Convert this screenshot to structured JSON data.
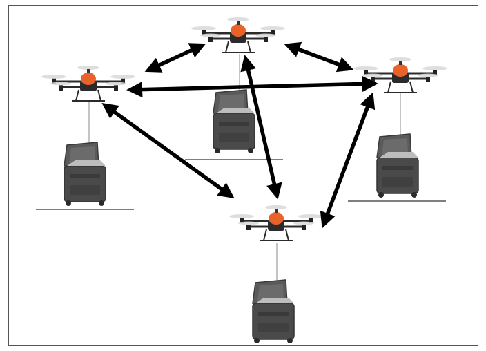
{
  "diagram": {
    "colors": {
      "frame": "#555555",
      "arrow": "#000000",
      "drone_body": "#2b2b2b",
      "drone_accent": "#e8622a",
      "case": "#4a4a4a",
      "tether": "#888888",
      "ground": "#333333"
    },
    "units": [
      {
        "id": "top",
        "drone_icon": "tethered-drone-icon",
        "station_icon": "ground-case-icon"
      },
      {
        "id": "left",
        "drone_icon": "tethered-drone-icon",
        "station_icon": "ground-case-icon"
      },
      {
        "id": "right",
        "drone_icon": "tethered-drone-icon",
        "station_icon": "ground-case-icon"
      },
      {
        "id": "center",
        "drone_icon": "tethered-drone-icon",
        "station_icon": "ground-case-icon"
      }
    ],
    "links": [
      {
        "from": "left",
        "to": "top"
      },
      {
        "from": "top",
        "to": "right"
      },
      {
        "from": "left",
        "to": "right"
      },
      {
        "from": "left",
        "to": "center"
      },
      {
        "from": "top",
        "to": "center"
      },
      {
        "from": "right",
        "to": "center"
      }
    ]
  }
}
